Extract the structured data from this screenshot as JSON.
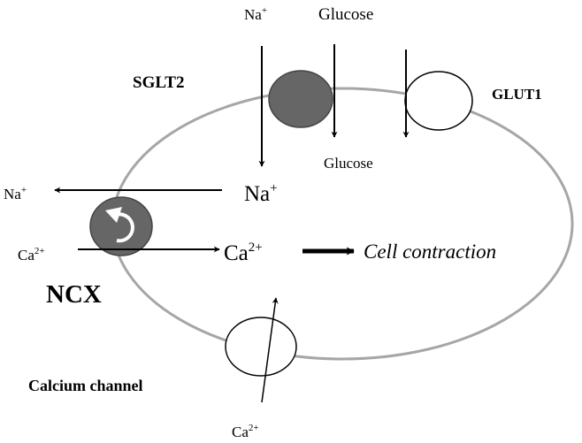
{
  "labels": {
    "top_na": "Na",
    "top_na_sup": "+",
    "top_glucose": "Glucose",
    "sglt2": "SGLT2",
    "glut1": "GLUT1",
    "inner_glucose": "Glucose",
    "outer_na": "Na",
    "outer_na_sup": "+",
    "inner_na": "Na",
    "inner_na_sup": "+",
    "outer_ca": "Ca",
    "outer_ca_sup": "2+",
    "inner_ca": "Ca",
    "inner_ca_sup": "2+",
    "cell_contraction": "Cell contraction",
    "ncx": "NCX",
    "calcium_channel": "Calcium channel",
    "bottom_ca": "Ca",
    "bottom_ca_sup": "2+"
  },
  "colors": {
    "membrane": "#a6a6a6",
    "transporter_fill": "#666666",
    "arrow": "#000000",
    "background": "#ffffff"
  }
}
